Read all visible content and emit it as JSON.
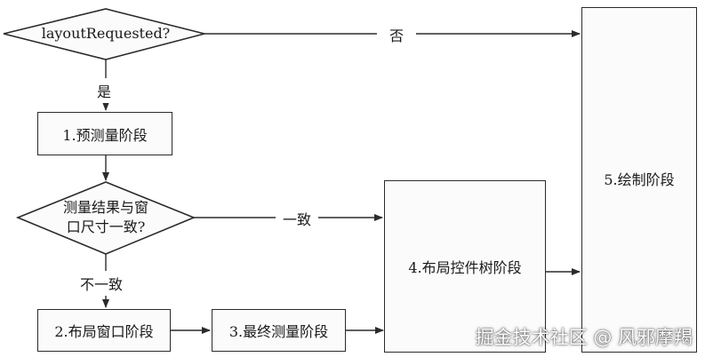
{
  "diagram": {
    "decision_layout": {
      "label": "layoutRequested?"
    },
    "decision_size": {
      "line1": "测量结果与窗",
      "line2": "口尺寸一致?"
    },
    "step1": "1.预测量阶段",
    "step2": "2.布局窗口阶段",
    "step3": "3.最终测量阶段",
    "step4": "4.布局控件树阶段",
    "step5": "5.绘制阶段",
    "edge_no": "否",
    "edge_yes": "是",
    "edge_consistent": "一致",
    "edge_inconsistent": "不一致"
  },
  "watermark": "掘金技术社区 @ 风邪摩羯",
  "colors": {
    "stroke": "#2b2b2b",
    "box_fill": "#fbfbfb"
  }
}
